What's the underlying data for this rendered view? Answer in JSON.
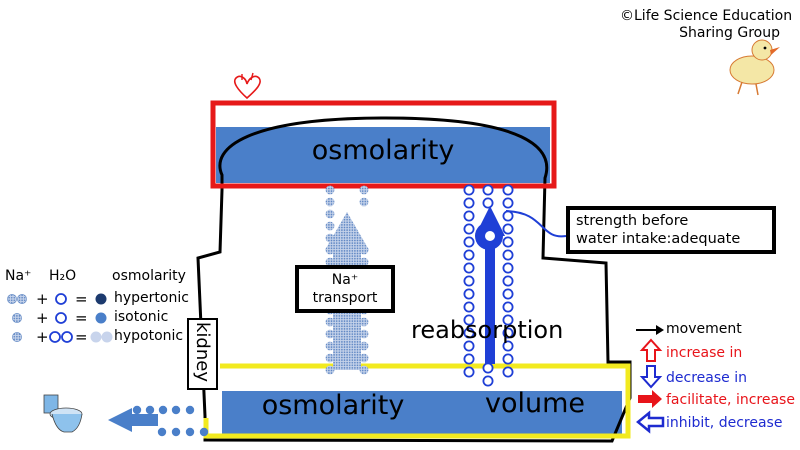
{
  "credit": {
    "line1": "©Life Science Education",
    "line2": "Sharing Group"
  },
  "top_compartment": {
    "label": "osmolarity"
  },
  "bottom_compartment": {
    "osmolarity_label": "osmolarity",
    "volume_label": "volume"
  },
  "organ_label": "kidney",
  "na_transport": {
    "line1": "Na⁺",
    "line2": "transport"
  },
  "reabsorption_label": "reabsorption",
  "callout": {
    "line1": "strength before",
    "line2": "water intake:adequate"
  },
  "left_legend": {
    "head_na": "Na⁺",
    "head_h2o": "H₂O",
    "head_osm": "osmolarity",
    "rows": [
      {
        "plus": "+",
        "eq": "=",
        "label": "hypertonic"
      },
      {
        "plus": "+",
        "eq": "=",
        "label": "isotonic"
      },
      {
        "plus": "+",
        "eq": "=",
        "label": "hypotonic"
      }
    ]
  },
  "right_legend": {
    "movement": "movement",
    "increase": "increase in",
    "decrease": "decrease in",
    "facilitate": "facilitate, increase",
    "inhibit": "inhibit, decrease"
  },
  "colors": {
    "compartment_blue": "#4a7fc9",
    "red_frame": "#e61919",
    "yellow_frame": "#f2ea1f",
    "water_blue": "#1f3fd6",
    "text_red": "#e8141a",
    "text_blue": "#1e2bd0",
    "hyper_dot": "#1c3a6e",
    "iso_dot": "#4a7fc9",
    "hypo_dot": "#c8d4ec"
  },
  "icons": [
    "heart-icon",
    "toilet-icon",
    "chick-icon"
  ]
}
